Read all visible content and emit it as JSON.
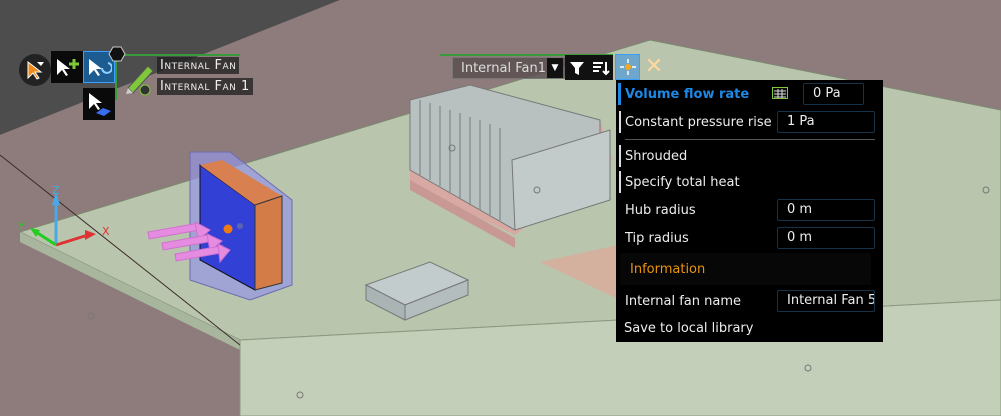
{
  "toolbar_left": {
    "tooltip_line1": "Internal Fan",
    "tooltip_line2": "Internal Fan 1"
  },
  "selector": {
    "value": "Internal Fan1"
  },
  "axes": {
    "x": "X",
    "y": "Y",
    "z": "Z"
  },
  "panel": {
    "volume_flow_rate": {
      "label": "Volume flow rate",
      "value": "0 Pa"
    },
    "constant_pressure_rise": {
      "label": "Constant pressure rise",
      "value": "1 Pa"
    },
    "shrouded": {
      "label": "Shrouded"
    },
    "specify_total_heat": {
      "label": "Specify total heat"
    },
    "hub_radius": {
      "label": "Hub radius",
      "value": "0 m"
    },
    "tip_radius": {
      "label": "Tip radius",
      "value": "0 m"
    },
    "information": {
      "label": "Information"
    },
    "internal_fan_name": {
      "label": "Internal fan name",
      "value": "Internal Fan 5"
    },
    "save": {
      "label": "Save to local library"
    }
  },
  "colors": {
    "accent": "#1e88e5",
    "info": "#e8940c",
    "active_blue": "#1d5c91"
  }
}
